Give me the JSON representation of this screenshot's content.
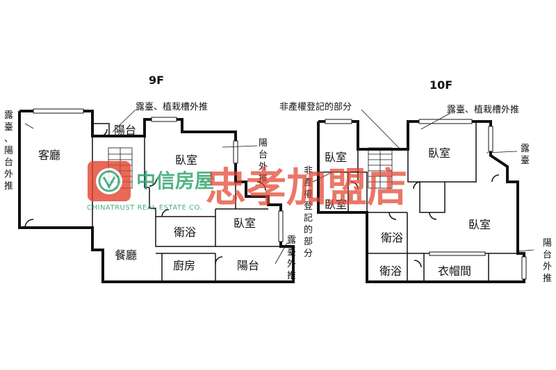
{
  "floors": {
    "f9": {
      "title": "9F",
      "rooms": {
        "living": "客廳",
        "dining": "餐廳",
        "bedroom_a": "臥室",
        "bedroom_b": "臥室",
        "bath": "衛浴",
        "kitchen": "廚房",
        "balcony_small": "陽台",
        "balcony": "陽台"
      },
      "notes": {
        "terrace_planter": "露臺、植栽槽外推",
        "terrace_balcony_vertical": "露臺、陽台外推",
        "balcony_out_vertical": "陽台外推",
        "terrace_out_vertical": "露臺外推"
      }
    },
    "f10": {
      "title": "10F",
      "rooms": {
        "bedroom_a": "臥室",
        "bedroom_b": "臥室",
        "bedroom_c": "臥室",
        "bedroom_d": "臥室",
        "bath_a": "衛浴",
        "bath_b": "衛浴",
        "closet": "衣帽間"
      },
      "notes": {
        "unregistered": "非產權登記的部分",
        "unregistered_vertical": "非產權登記的部分",
        "terrace_planter": "露臺、植栽槽外推",
        "terrace_vertical": "露臺",
        "balcony_out_vertical": "陽台外推"
      }
    }
  },
  "watermark": {
    "brand_cn": "中信房屋",
    "brand_en": "CHINATRUST REAL ESTATE CO.",
    "store": "忠孝加盟店",
    "logo_icon": "chinatrust-logo-icon",
    "colors": {
      "brand": "#2aa06a",
      "store": "#e2442f"
    }
  }
}
